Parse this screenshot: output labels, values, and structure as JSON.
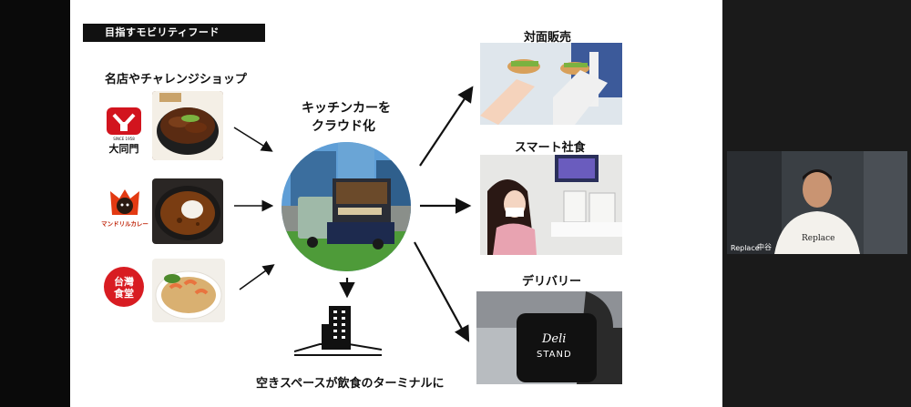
{
  "slide": {
    "tag": "目指すモビリティフード",
    "left_heading": "名店やチャレンジショップ",
    "center_heading_line1": "キッチンカーを",
    "center_heading_line2": "クラウド化",
    "bottom_caption": "空きスペースが飲食のターミナルに",
    "right_items": [
      {
        "label": "対面販売"
      },
      {
        "label": "スマート社食"
      },
      {
        "label": "デリバリー"
      }
    ],
    "logos": [
      {
        "text": "大同門",
        "sub": "SINCE 1958"
      },
      {
        "text": "マンドリルカレー"
      },
      {
        "text": "台灣\n食堂"
      }
    ],
    "bag": {
      "line1": "Deli",
      "line2": "STAND"
    }
  },
  "video": {
    "label": "Replace",
    "name": "中谷",
    "shirt": "Replace"
  }
}
